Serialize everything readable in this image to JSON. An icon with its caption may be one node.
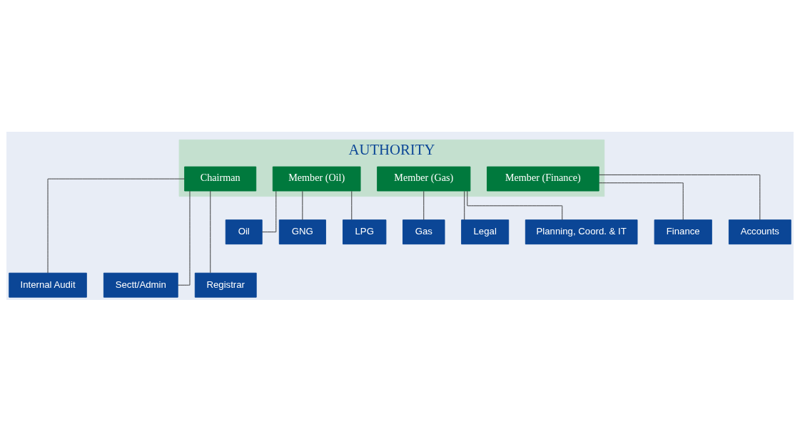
{
  "diagram": {
    "nodes": [
      {
        "text": [
          "AUTHORITY"
        ]
      },
      {
        "text": [
          "Chairman"
        ],
        "in": 0
      },
      {
        "text": [
          "Member (Oil)"
        ],
        "in": 0
      },
      {
        "text": [
          "Member (Gas)"
        ],
        "in": 0
      },
      {
        "text": [
          "Member (Finance)"
        ],
        "in": 0
      },
      {
        "text": [
          "Oil"
        ]
      },
      {
        "text": [
          "GNG"
        ]
      },
      {
        "text": [
          "LPG"
        ]
      },
      {
        "text": [
          "Gas"
        ]
      },
      {
        "text": [
          "Legal"
        ]
      },
      {
        "text": [
          "Planning, Coord. & IT"
        ]
      },
      {
        "text": [
          "Finance"
        ]
      },
      {
        "text": [
          "Accounts"
        ]
      },
      {
        "text": [
          "Internal Audit"
        ]
      },
      {
        "text": [
          "Sectt/Admin"
        ]
      },
      {
        "text": [
          "Registrar"
        ]
      }
    ],
    "edges": [
      {
        "from": 1,
        "to": 13,
        "arrow": "none"
      },
      {
        "from": 1,
        "to": 14,
        "arrow": "none"
      },
      {
        "from": 1,
        "to": 15,
        "arrow": "none"
      },
      {
        "from": 2,
        "to": 5,
        "arrow": "none"
      },
      {
        "from": 2,
        "to": 6,
        "arrow": "none"
      },
      {
        "from": 2,
        "to": 7,
        "arrow": "none"
      },
      {
        "from": 3,
        "to": 8,
        "arrow": "none"
      },
      {
        "from": 3,
        "to": 9,
        "arrow": "none"
      },
      {
        "from": 3,
        "to": 10,
        "arrow": "none"
      },
      {
        "from": 4,
        "to": 11,
        "arrow": "none"
      },
      {
        "from": 4,
        "to": 12,
        "arrow": "none"
      }
    ]
  }
}
